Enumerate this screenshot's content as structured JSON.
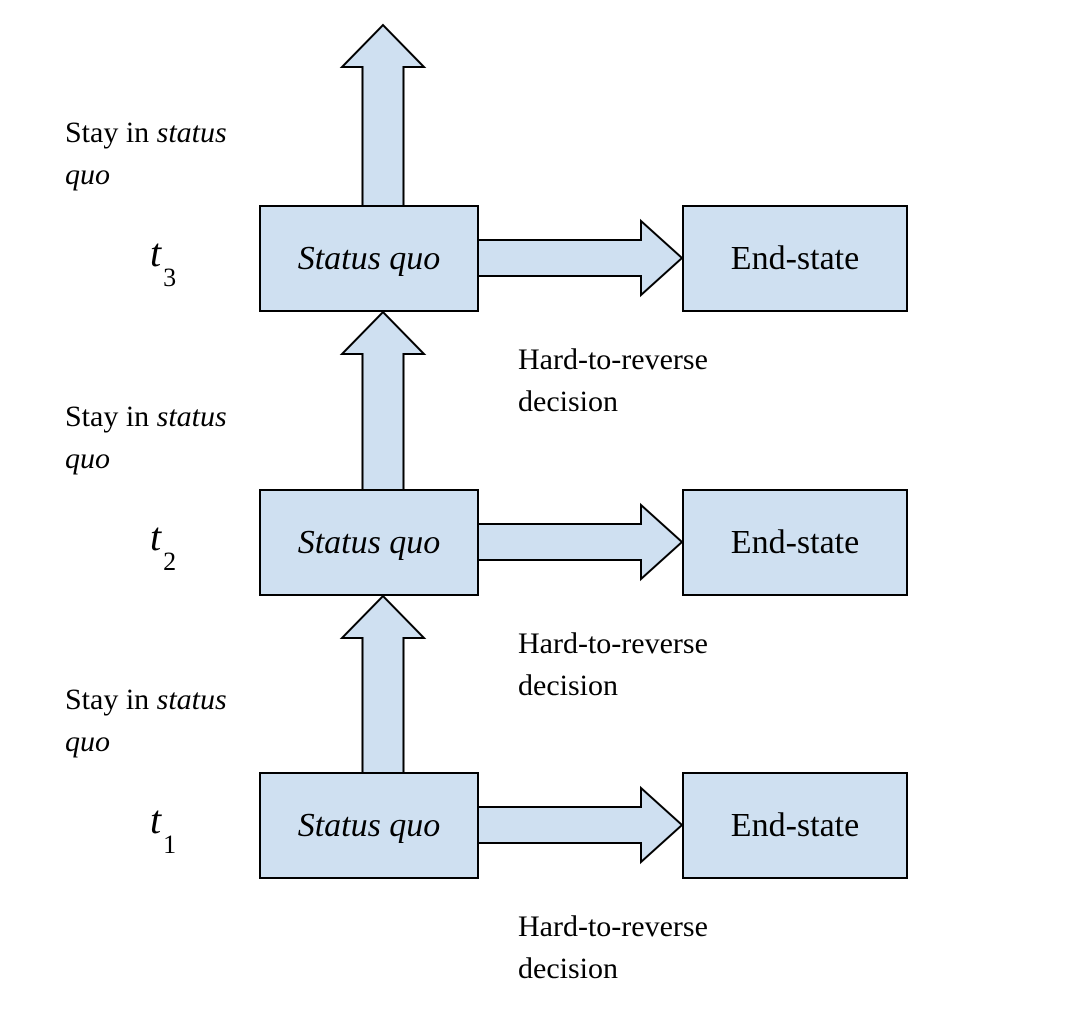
{
  "theme": {
    "shape_fill": "#cfe0f1",
    "shape_stroke": "#000000",
    "text_color": "#000000",
    "page_bg": "#ffffff"
  },
  "diagram": {
    "status_quo_label": "Status quo",
    "end_state_label": "End-state",
    "time_symbol": "t",
    "stay_label": {
      "plain": "Stay in",
      "italic_line1": "status",
      "italic_line2": "quo"
    },
    "hard_label": {
      "line1": "Hard-to-reverse",
      "line2": "decision"
    },
    "rows": [
      {
        "time_subscript": "3"
      },
      {
        "time_subscript": "2"
      },
      {
        "time_subscript": "1"
      }
    ]
  }
}
